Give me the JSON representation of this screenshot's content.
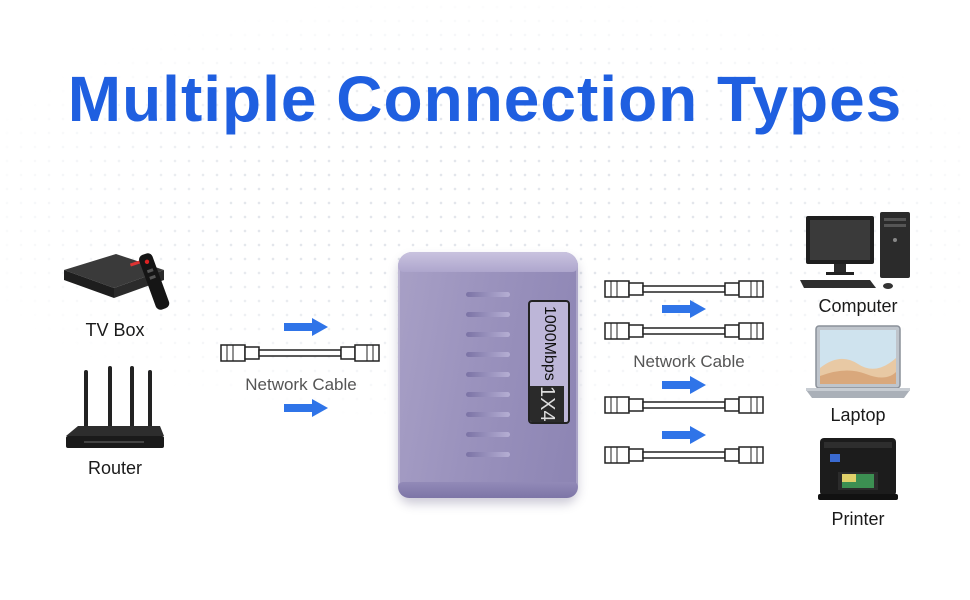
{
  "title": "Multiple Connection Types",
  "inputs": [
    {
      "label": "TV Box"
    },
    {
      "label": "Router"
    }
  ],
  "cables": {
    "left_label": "Network Cable",
    "right_label": "Network Cable"
  },
  "switch": {
    "speed_label": "1000Mbps",
    "ports_label": "1X4"
  },
  "outputs": [
    {
      "label": "Computer"
    },
    {
      "label": "Laptop"
    },
    {
      "label": "Printer"
    }
  ],
  "colors": {
    "title": "#1f5fe0",
    "arrow": "#2f74e8",
    "switch": "#9a92bd"
  }
}
